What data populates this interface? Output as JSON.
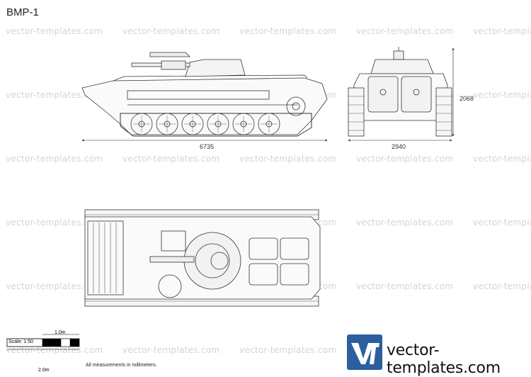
{
  "title": "BMP-1",
  "watermark": "vector-templates.com",
  "dimensions": {
    "side_length": "6735",
    "front_width": "2940",
    "front_height": "2068"
  },
  "scale": {
    "label": "Scale: 1:50",
    "one_meter": "1.0m",
    "two_meter": "2.0m"
  },
  "note": "All measurements in millimeters.",
  "brand": {
    "logo_letters": "VT",
    "site": "vector-templates.com",
    "logo_color": "#2b5f9e"
  }
}
